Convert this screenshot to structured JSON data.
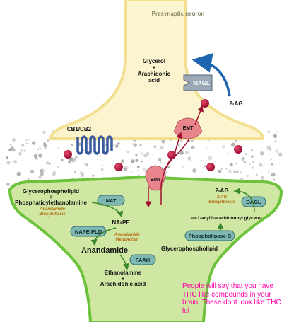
{
  "labels": {
    "presynaptic": "Presynaptic neuron",
    "glycerol": "Glycerol",
    "plus1": "+",
    "arachidonic": "Arachidonic",
    "acid": "acid",
    "magl": "MAGL",
    "twoag_top": "2-AG",
    "emt_top": "EMT",
    "cb": "CB1/CB2",
    "emt_bottom": "EMT",
    "glycerophospholipid_left": "Glycerophospholipid",
    "plus2": "+",
    "phosphatidyl": "Phosphatidylethanolamine",
    "nat": "NAT",
    "anandamide_bio1": "Anandamide",
    "anandamide_bio2": "Biosynthesis",
    "narpe": "NArPE",
    "nape_pld": "NAPE-PLD",
    "anandamide_met1": "Anandamide",
    "anandamide_met2": "Metabolism",
    "anandamide": "Anandamide",
    "faah": "FAAH",
    "ethanolamine": "Ethanolamine",
    "plus3": "+",
    "arachidonic_acid": "Arachidonic acid",
    "twoag_right": "2-AG",
    "twoag_bio1": "2-AG",
    "twoag_bio2": "Biosynthesis",
    "dagl": "DAGL",
    "sn1": "sn-1-acyl2-arachidonoyl glycerol",
    "plc": "Phospholipase C",
    "glycerophospholipid_right": "Glycerophospholipid"
  },
  "note": "People will say that you have THC like compounds in your brain. These  dont look like THC lol",
  "colors": {
    "pre_fill": "#fbf4cf",
    "pre_stroke": "#f2df92",
    "post_fill": "#cfe7a2",
    "post_stroke": "#6cc23a",
    "pill_fill": "#7fb7b2",
    "pill_stroke": "#2e6d6a",
    "emt": "#e8848c",
    "molecule": "#b8103a",
    "receptor": "#5a7fc0",
    "note": "#ff00aa"
  }
}
